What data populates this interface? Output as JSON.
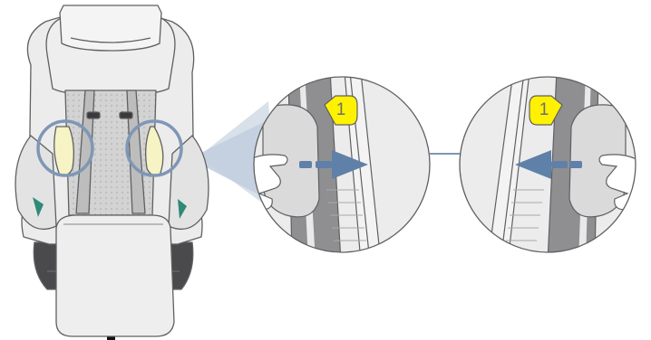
{
  "illustration": {
    "callouts": [
      {
        "id": "left-detail",
        "step": "1",
        "arrow_direction": "right",
        "hand_side": "left"
      },
      {
        "id": "right-detail",
        "step": "1",
        "arrow_direction": "left",
        "hand_side": "right"
      }
    ],
    "colors": {
      "outline": "#5f6062",
      "seat_fill": "#ececec",
      "shell_dark": "#4a4a4c",
      "belt_gray": "#8f8f91",
      "pad_yellow": "#f6f3c4",
      "ring_blue": "#7f96b6",
      "zoom_beam": "#c3cfdf",
      "arrow_blue": "#5f80a8",
      "badge_yellow": "#fff200",
      "accent_teal": "#2f8a78"
    }
  }
}
